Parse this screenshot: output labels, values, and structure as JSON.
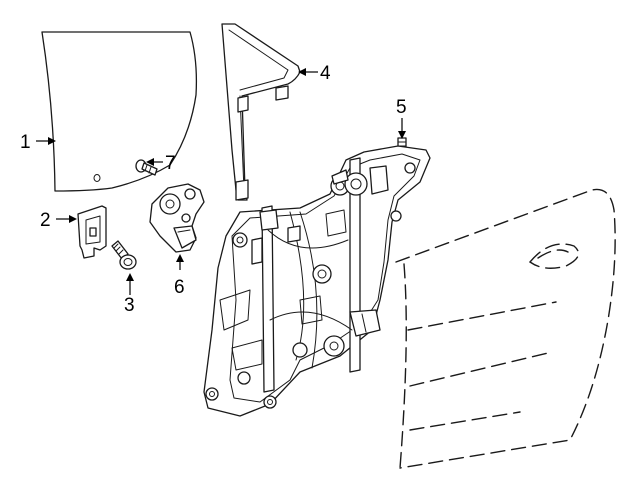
{
  "callouts": [
    {
      "number": "1",
      "part": "door-glass"
    },
    {
      "number": "2",
      "part": "glass-bracket"
    },
    {
      "number": "3",
      "part": "bolt"
    },
    {
      "number": "4",
      "part": "quarter-glass"
    },
    {
      "number": "5",
      "part": "stud"
    },
    {
      "number": "6",
      "part": "window-motor"
    },
    {
      "number": "7",
      "part": "motor-screw"
    }
  ],
  "colors": {
    "line": "#1a1a1a",
    "background": "#ffffff"
  }
}
